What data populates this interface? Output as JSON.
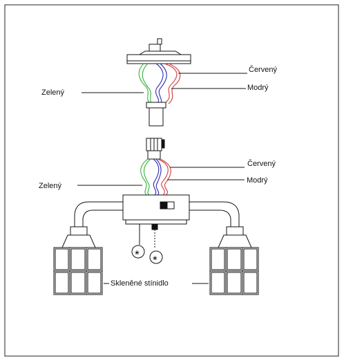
{
  "labels": {
    "red_top": "Červený",
    "blue_top": "Modrý",
    "green_top": "Zelený",
    "red_bottom": "Červený",
    "blue_bottom": "Modrý",
    "green_bottom": "Zelený",
    "shade": "Skleněné stínidlo"
  },
  "colors": {
    "red_wire": "#d24a4a",
    "blue_wire": "#3a3ab8",
    "green_wire": "#43b84a",
    "line": "#111111"
  }
}
